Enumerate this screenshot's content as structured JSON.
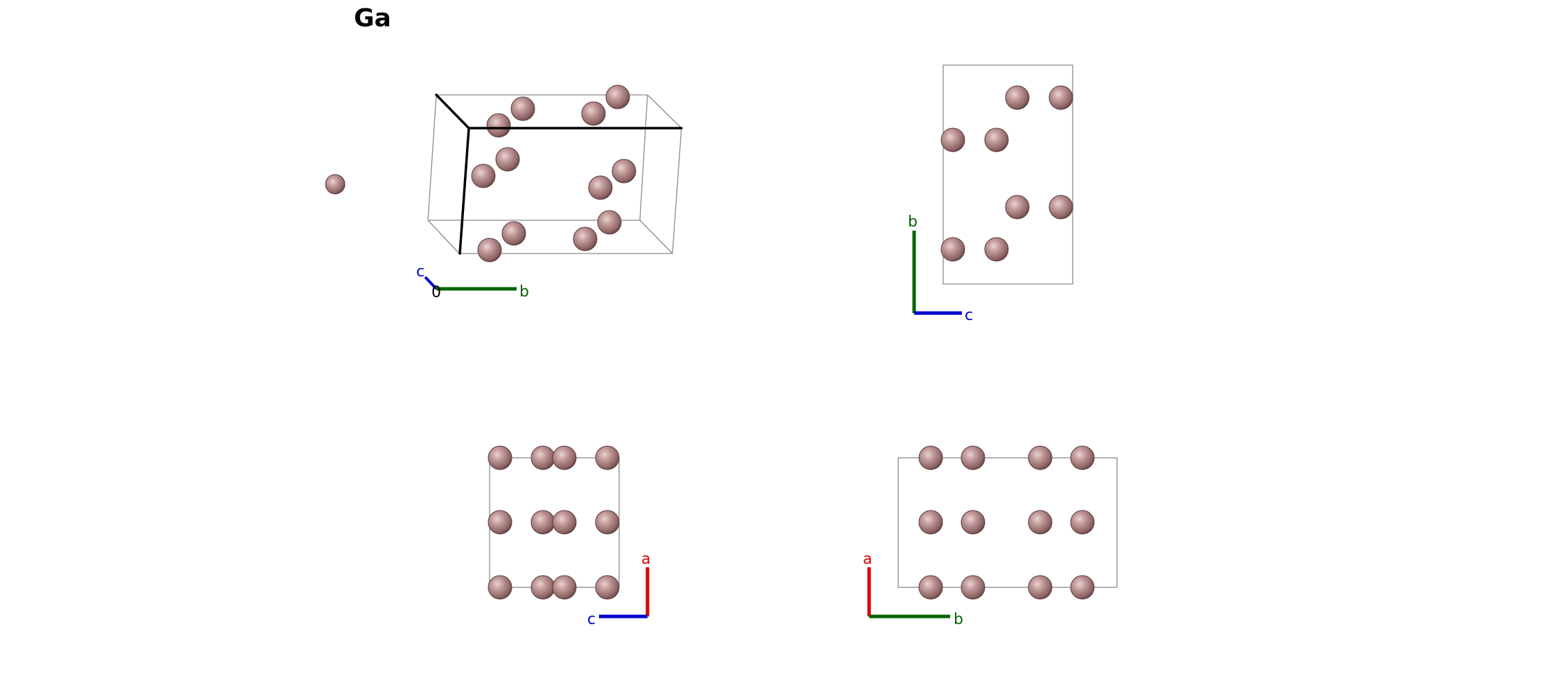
{
  "title": "Ga",
  "colors": {
    "atom_fill": "#b58c8c",
    "atom_edge": "#5a3b3b",
    "cell_line": "#8a8a8a",
    "axis_a": "#dd0000",
    "axis_b": "#006400",
    "axis_c": "#0000cc",
    "origin_text": "#000000"
  },
  "panels": {
    "perspective": {
      "axis_labels": {
        "a": "",
        "b": "b",
        "c": "c",
        "origin": "0"
      }
    },
    "view_along_a": {
      "axis_labels": {
        "b": "b",
        "c": "c"
      }
    },
    "view_along_b": {
      "axis_labels": {
        "a": "a",
        "c": "c"
      }
    },
    "view_along_c": {
      "axis_labels": {
        "a": "a",
        "b": "b"
      }
    }
  }
}
